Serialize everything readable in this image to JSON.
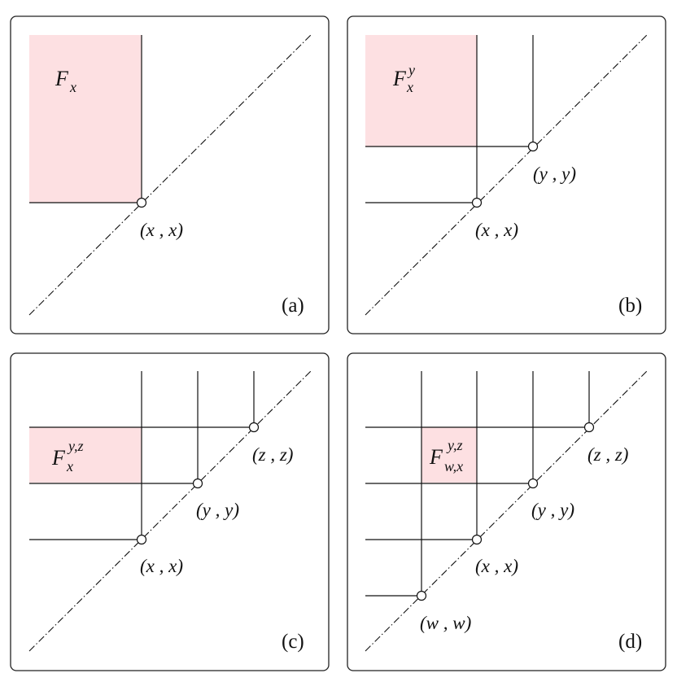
{
  "panels": [
    {
      "id": "a",
      "tag": "(a)",
      "region": {
        "base": "F",
        "sub": "x",
        "sup": ""
      },
      "points": [
        {
          "id": "x",
          "label": "(x , x)"
        }
      ]
    },
    {
      "id": "b",
      "tag": "(b)",
      "region": {
        "base": "F",
        "sub": "x",
        "sup": "y"
      },
      "points": [
        {
          "id": "x",
          "label": "(x , x)"
        },
        {
          "id": "y",
          "label": "(y , y)"
        }
      ]
    },
    {
      "id": "c",
      "tag": "(c)",
      "region": {
        "base": "F",
        "sub": "x",
        "sup": "y,z"
      },
      "points": [
        {
          "id": "x",
          "label": "(x , x)"
        },
        {
          "id": "y",
          "label": "(y , y)"
        },
        {
          "id": "z",
          "label": "(z ,  z)"
        }
      ]
    },
    {
      "id": "d",
      "tag": "(d)",
      "region": {
        "base": "F",
        "sub": "w,x",
        "sup": "y,z"
      },
      "points": [
        {
          "id": "w",
          "label": "(w , w)"
        },
        {
          "id": "x",
          "label": "(x , x)"
        },
        {
          "id": "y",
          "label": "(y , y)"
        },
        {
          "id": "z",
          "label": "(z ,  z)"
        }
      ]
    }
  ],
  "colors": {
    "shade": "#fde0e2",
    "line": "#111111",
    "frame": "#222222"
  }
}
